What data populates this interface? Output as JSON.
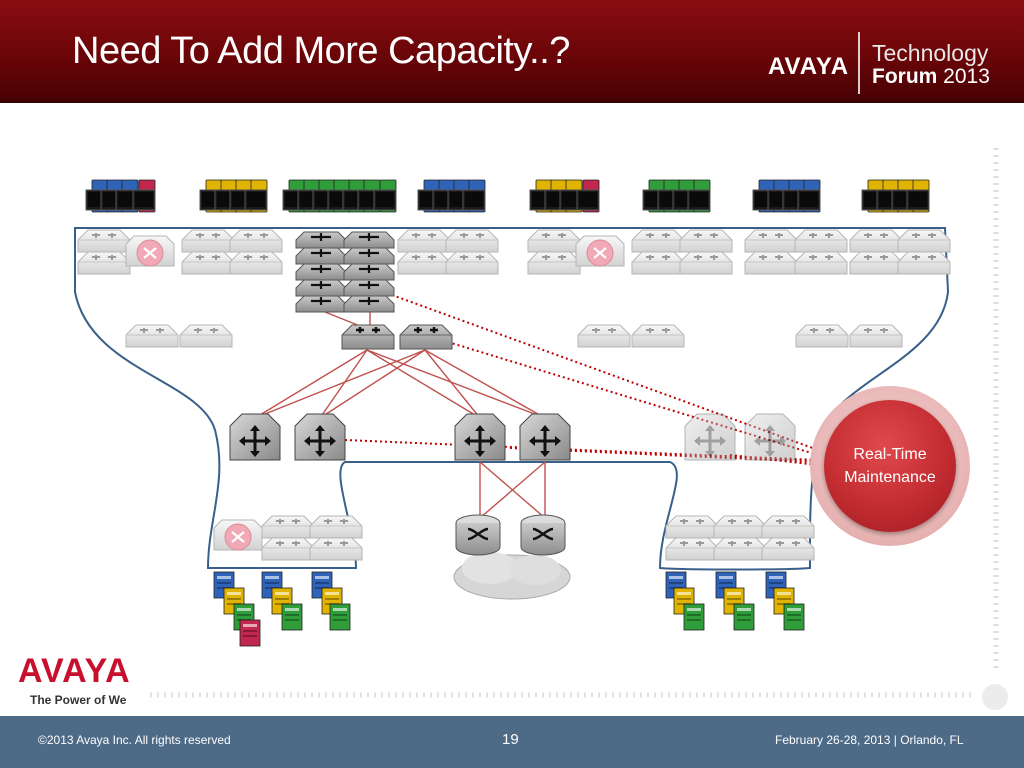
{
  "slide": {
    "title": "Need To Add More Capacity..?",
    "page_number": "19"
  },
  "brand": {
    "logo": "AVAYA",
    "forum_line1": "Technology",
    "forum_word": "Forum",
    "forum_year": "2013",
    "tagline": "The Power of We"
  },
  "callout": {
    "text": "Real-Time Maintenance",
    "color": "#c62f34"
  },
  "footer": {
    "copyright": "©2013 Avaya Inc. All rights reserved",
    "event": "February 26-28, 2013 | Orlando, FL"
  },
  "colors": {
    "header": "#6b0508",
    "footer": "#4d6a86",
    "links": "#c0504d",
    "maintenance_lines": "#c00000",
    "zone_outline": "#3a5f8a"
  },
  "diagram": {
    "pc_group_colors": [
      "blue",
      "yellow",
      "green",
      "blue",
      "yellow",
      "green",
      "blue",
      "yellow"
    ],
    "server_rack_colors": [
      "blue",
      "yellow",
      "green"
    ],
    "icons": [
      "desktop-icon",
      "access-switch-icon",
      "router-icon",
      "stackable-switch-icon",
      "aggregation-switch-icon",
      "core-switch-icon",
      "wan-router-icon",
      "cloud-icon",
      "server-icon"
    ]
  }
}
